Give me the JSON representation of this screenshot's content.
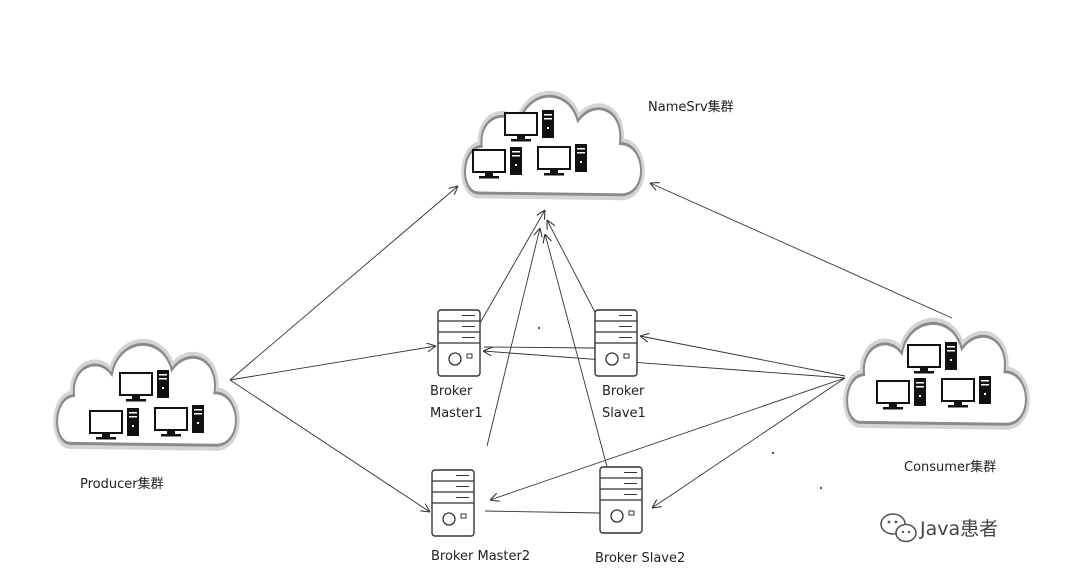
{
  "clusters": {
    "namesrv": {
      "label": "NameSrv集群"
    },
    "producer": {
      "label": "Producer集群"
    },
    "consumer": {
      "label": "Consumer集群"
    }
  },
  "brokers": {
    "master1": {
      "line1": "Broker",
      "line2": "Master1"
    },
    "slave1": {
      "line1": "Broker",
      "line2": "Slave1"
    },
    "master2": {
      "label": "Broker Master2"
    },
    "slave2": {
      "label": "Broker Slave2"
    }
  },
  "watermark": {
    "text": "Java患者",
    "icon": "wechat-icon"
  }
}
